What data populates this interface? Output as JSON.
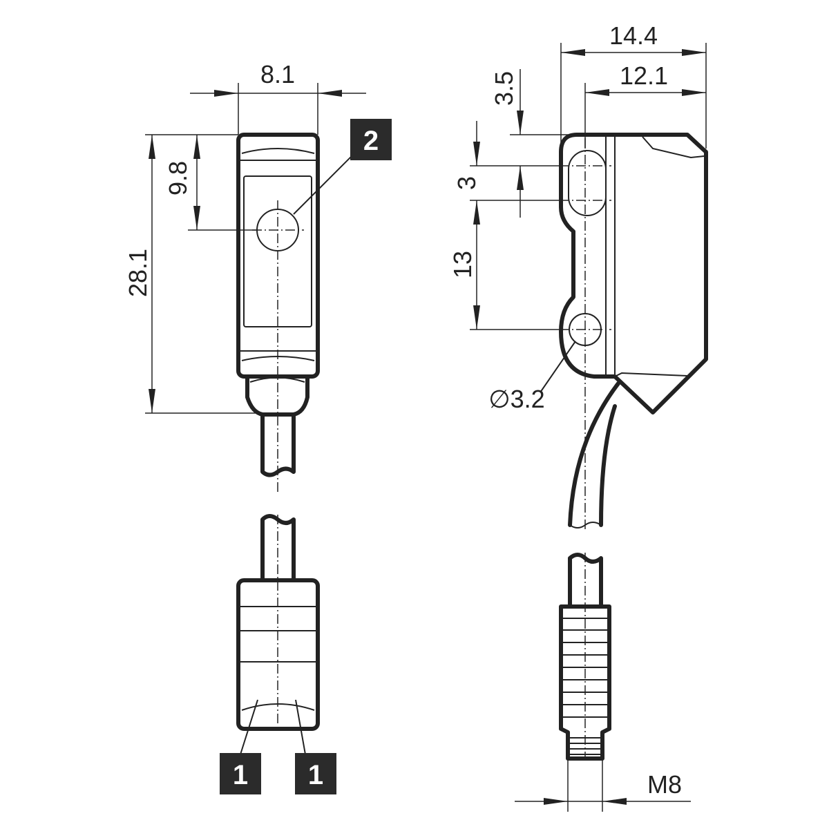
{
  "dimensions": {
    "width_front": "8.1",
    "height_total": "28.1",
    "lens_offset": "9.8",
    "depth_total": "14.4",
    "depth_holes": "12.1",
    "slot_top": "3.5",
    "slot_length": "3",
    "hole_spacing": "13",
    "hole_diameter": "∅3.2",
    "connector_thread": "M8"
  },
  "callouts": {
    "lens": "2",
    "indicator_left": "1",
    "indicator_right": "1"
  }
}
